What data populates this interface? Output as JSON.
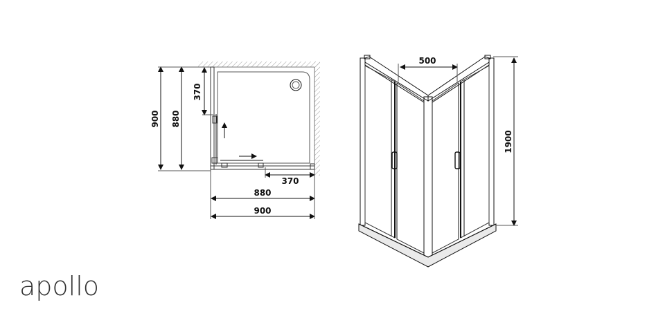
{
  "brand": "apollo",
  "plan": {
    "dims": {
      "left_outer": "900",
      "left_inner": "880",
      "left_opening": "370",
      "bottom_opening": "370",
      "bottom_inner": "880",
      "bottom_outer": "900"
    }
  },
  "elevation": {
    "dims": {
      "top_width": "500",
      "height": "1900"
    }
  },
  "colors": {
    "line": "#111111",
    "hatch": "#9a9a9a",
    "tray": "#eaeaea"
  }
}
